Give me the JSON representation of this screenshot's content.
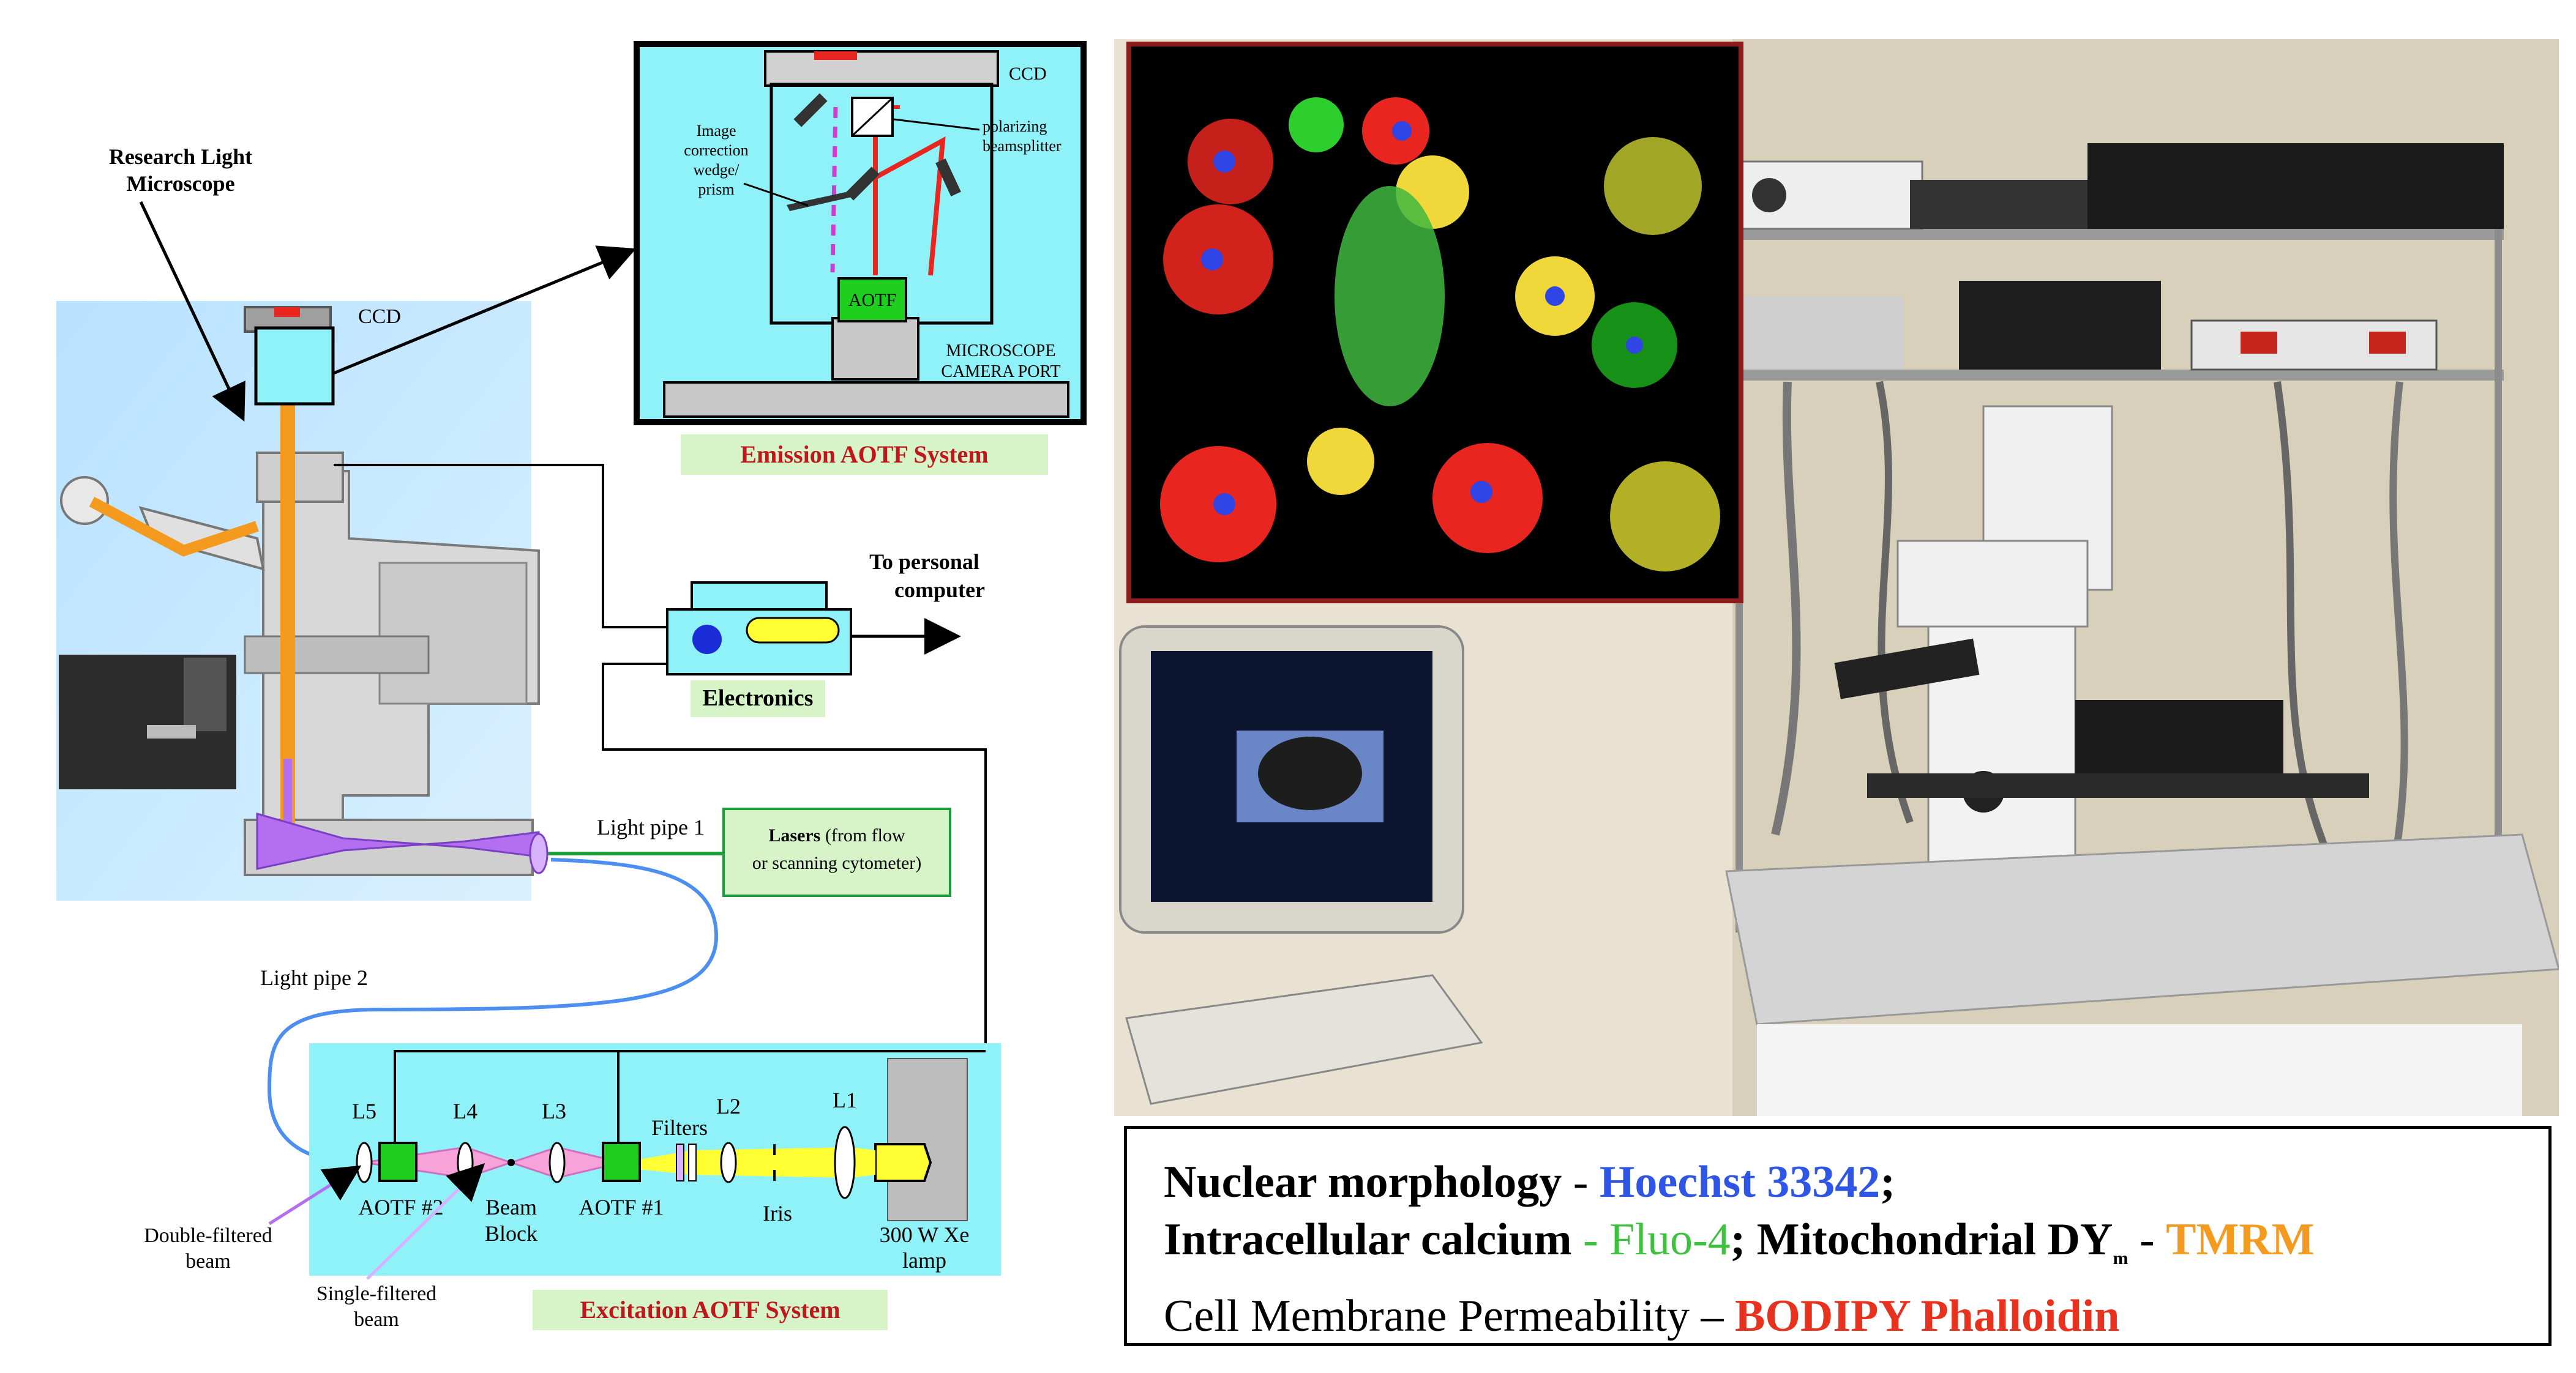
{
  "diagram": {
    "microscope_label": [
      "Research Light",
      "Microscope"
    ],
    "ccd_microscope": "CCD",
    "emission": {
      "ccd": "CCD",
      "image_correction": [
        "Image",
        "correction",
        "wedge/",
        "prism"
      ],
      "polarizing": [
        "polarizing",
        "beamsplitter"
      ],
      "aotf": "AOTF",
      "camera_port": [
        "MICROSCOPE",
        "CAMERA PORT"
      ],
      "title": "Emission AOTF System"
    },
    "personal_computer": [
      "To personal",
      "computer"
    ],
    "electronics": "Electronics",
    "light_pipe_1": "Light pipe 1",
    "lasers": {
      "bold": "Lasers",
      "rest": " (from flow",
      "line2": "or scanning cytometer)"
    },
    "light_pipe_2": "Light pipe 2",
    "excitation": {
      "L5": "L5",
      "L4": "L4",
      "L3": "L3",
      "L2": "L2",
      "L1": "L1",
      "filters": "Filters",
      "aotf2": "AOTF #2",
      "beam_block": [
        "Beam",
        "Block"
      ],
      "aotf1": "AOTF #1",
      "iris": "Iris",
      "lamp": [
        "300 W Xe",
        "lamp"
      ],
      "title": "Excitation AOTF System"
    },
    "double_filtered": [
      "Double-filtered",
      "beam"
    ],
    "single_filtered": [
      "Single-filtered",
      "beam"
    ]
  },
  "legend": {
    "line1": {
      "label": "Nuclear morphology",
      "sep": " - ",
      "dye": "Hoechst 33342",
      "end": ";"
    },
    "line2": {
      "label": "Intracellular calcium",
      "sep1": " - ",
      "dye1": "Fluo-4",
      "mid": "; Mitochondrial DY",
      "sub": "m",
      "sep2": " - ",
      "dye2": "TMRM"
    },
    "line3": {
      "label": "Cell Membrane Permeability",
      "sep": " – ",
      "dye": "BODIPY Phalloidin"
    }
  },
  "colors": {
    "hoechst": "#2f55e6",
    "fluo4": "#3cc23c",
    "tmrm": "#f39a1f",
    "bodipy": "#e8321e",
    "panel_cyan": "#8ff2f9",
    "label_green": "#d6f4c8"
  }
}
